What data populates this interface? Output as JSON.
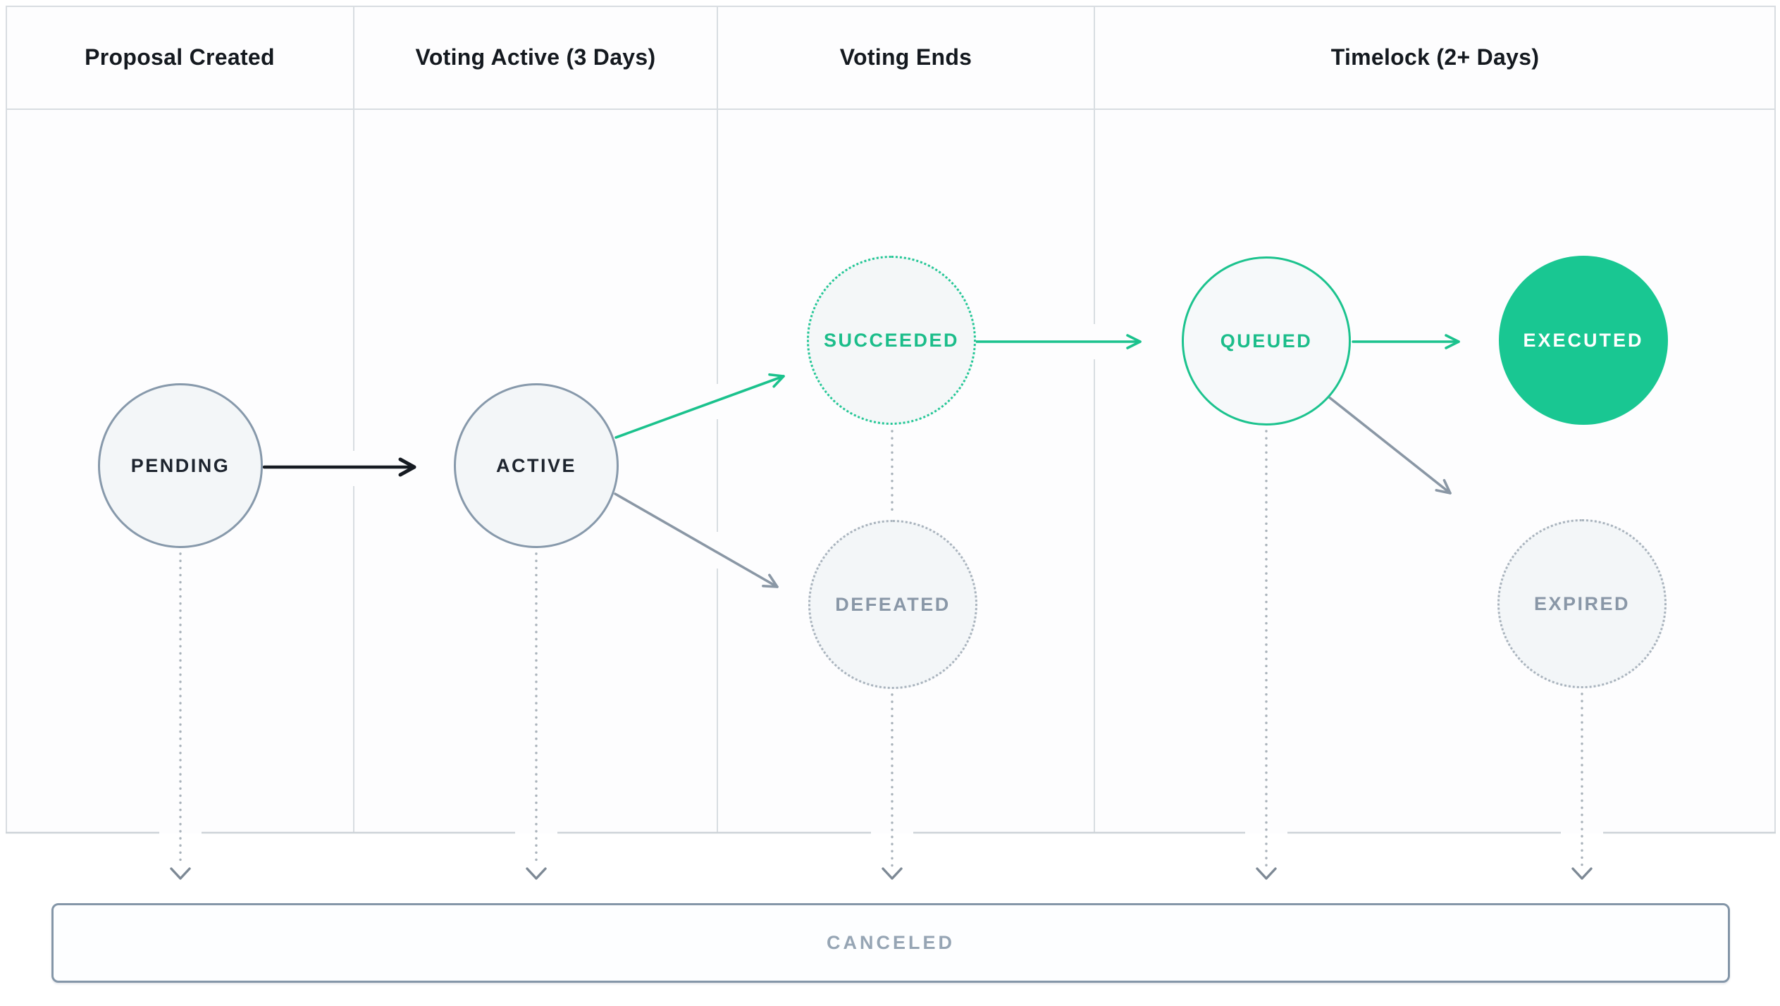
{
  "header": {
    "columns": [
      "Proposal Created",
      "Voting Active (3 Days)",
      "Voting Ends",
      "Timelock (2+ Days)"
    ]
  },
  "states": {
    "pending": "PENDING",
    "active": "ACTIVE",
    "succeeded": "SUCCEEDED",
    "defeated": "DEFEATED",
    "queued": "QUEUED",
    "executed": "EXECUTED",
    "expired": "EXPIRED",
    "canceled": "CANCELED"
  },
  "edges": [
    {
      "from": "PENDING",
      "to": "ACTIVE",
      "style": "solid-black-arrow"
    },
    {
      "from": "ACTIVE",
      "to": "SUCCEEDED",
      "style": "solid-green-arrow"
    },
    {
      "from": "ACTIVE",
      "to": "DEFEATED",
      "style": "solid-gray-arrow"
    },
    {
      "from": "SUCCEEDED",
      "to": "QUEUED",
      "style": "solid-green-arrow"
    },
    {
      "from": "QUEUED",
      "to": "EXECUTED",
      "style": "solid-green-arrow"
    },
    {
      "from": "QUEUED",
      "to": "EXPIRED",
      "style": "solid-gray-arrow"
    },
    {
      "from": "PENDING",
      "to": "CANCELED",
      "style": "dotted-gray-arrow"
    },
    {
      "from": "ACTIVE",
      "to": "CANCELED",
      "style": "dotted-gray-arrow"
    },
    {
      "from": "DEFEATED",
      "to": "CANCELED",
      "style": "dotted-gray-arrow"
    },
    {
      "from": "QUEUED",
      "to": "CANCELED",
      "style": "dotted-gray-arrow"
    },
    {
      "from": "EXPIRED",
      "to": "CANCELED",
      "style": "dotted-gray-arrow"
    }
  ],
  "colors": {
    "green_stroke": "#1BC28D",
    "green_fill": "#19C792",
    "slate_border": "#8799AB",
    "gray_arrow": "#8A97A5",
    "gray_state_text": "#8997A7",
    "dark_text": "#14191F",
    "muted_text": "#96A5B4",
    "grid_border": "#D8DDE1",
    "node_fill": "#F3F6F8"
  }
}
